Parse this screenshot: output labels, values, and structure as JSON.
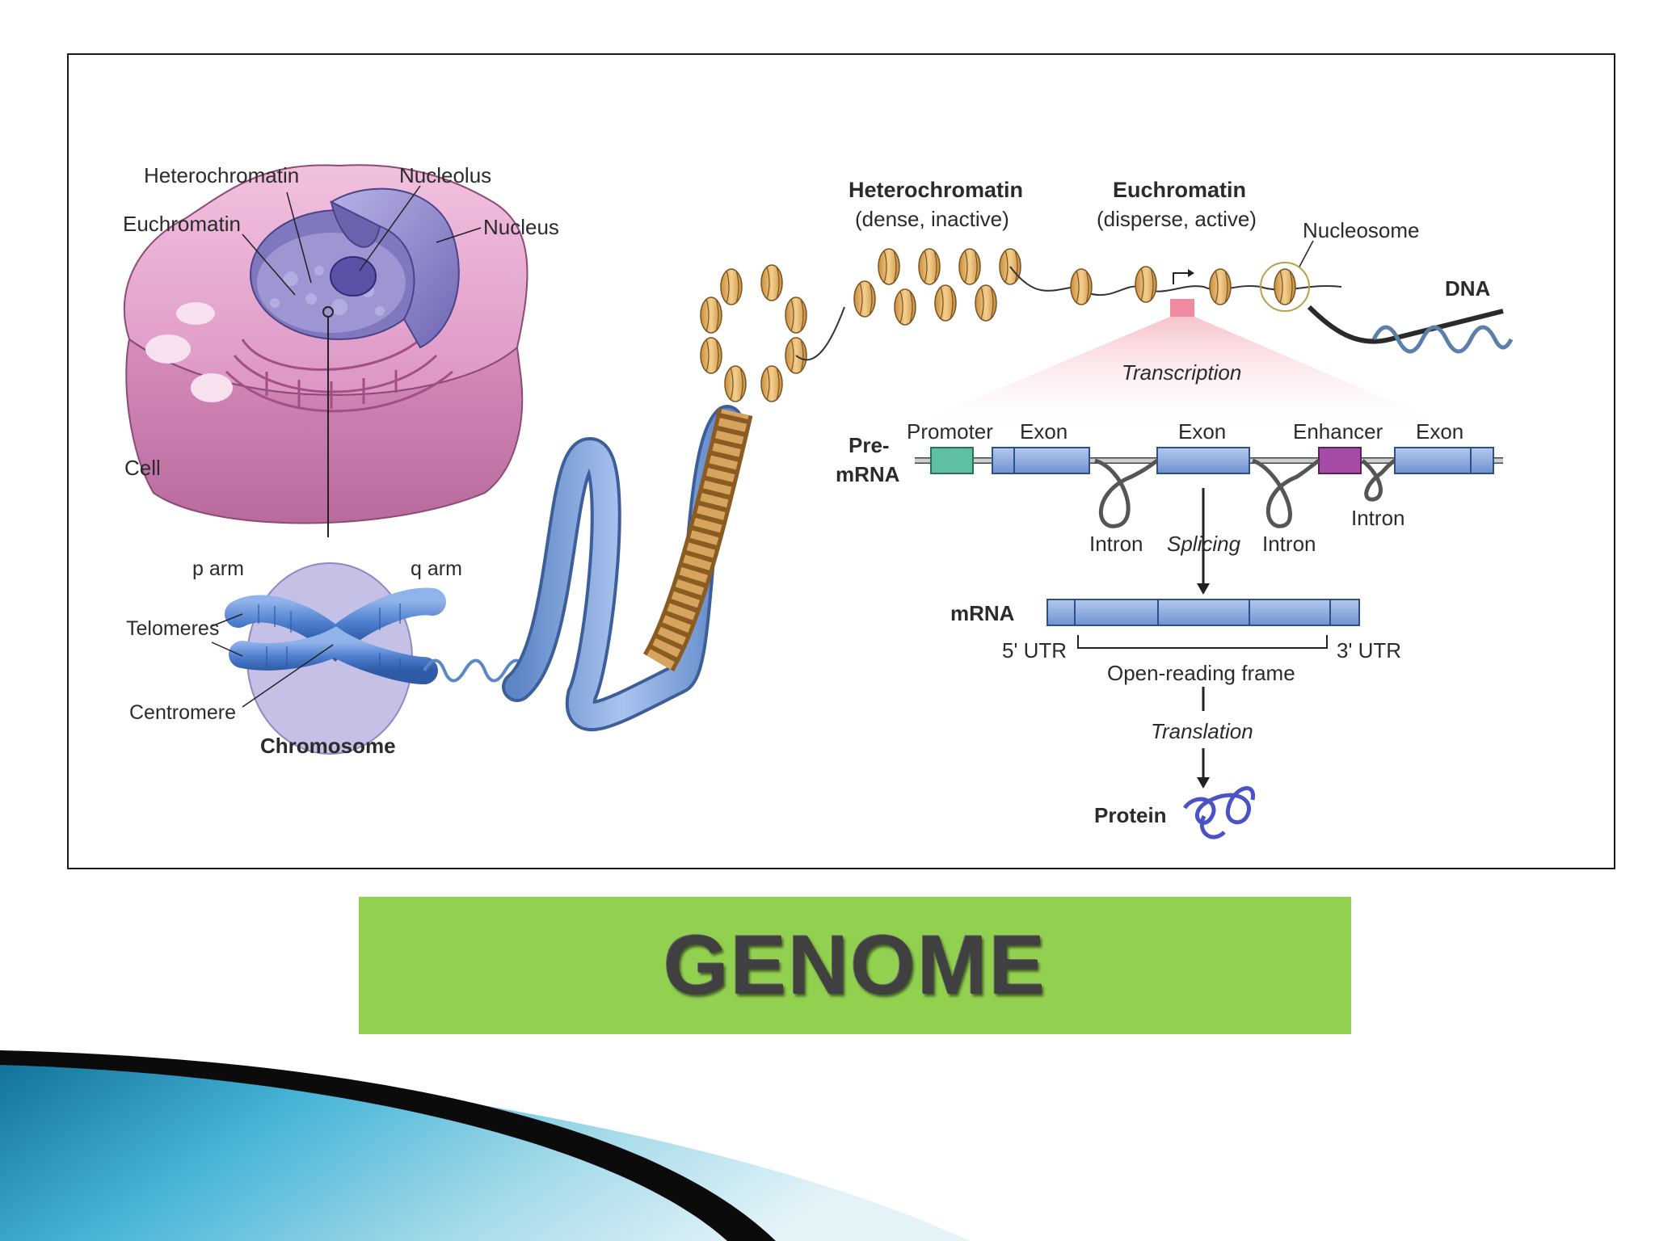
{
  "slide": {
    "title": "GENOME"
  },
  "figure": {
    "cell_labels": {
      "heterochromatin": "Heterochromatin",
      "euchromatin": "Euchromatin",
      "nucleolus": "Nucleolus",
      "nucleus": "Nucleus",
      "cell": "Cell"
    },
    "chromosome_labels": {
      "p_arm": "p arm",
      "q_arm": "q arm",
      "telomeres": "Telomeres",
      "centromere": "Centromere",
      "chromosome": "Chromosome"
    },
    "chromatin_labels": {
      "heterochromatin_title": "Heterochromatin",
      "heterochromatin_sub": "(dense, inactive)",
      "euchromatin_title": "Euchromatin",
      "euchromatin_sub": "(disperse, active)",
      "nucleosome": "Nucleosome",
      "dna": "DNA",
      "transcription": "Transcription"
    },
    "gene_labels": {
      "pre_mrna_line1": "Pre-",
      "pre_mrna_line2": "mRNA",
      "promoter": "Promoter",
      "exon1": "Exon",
      "exon2": "Exon",
      "enhancer": "Enhancer",
      "exon3": "Exon",
      "intron1": "Intron",
      "splicing": "Splicing",
      "intron2": "Intron",
      "intron3": "Intron",
      "mrna": "mRNA",
      "utr5": "5' UTR",
      "utr3": "3' UTR",
      "orf": "Open-reading frame",
      "translation": "Translation",
      "protein": "Protein"
    }
  },
  "colors": {
    "title_band": "#92d050",
    "title_text": "#404040",
    "cell_pink": "#e7a6cf",
    "nucleus_purple": "#8f87c9",
    "chromosome_blue": "#5b86c8",
    "nucleosome_tan": "#e2b368",
    "exon_blue": "#8eaedf",
    "promoter_teal": "#5fbfa4",
    "enhancer_purple": "#a64ca6",
    "transcription_pink": "#f7c9cf",
    "accent_teal_corner": "#1f8fb5"
  }
}
